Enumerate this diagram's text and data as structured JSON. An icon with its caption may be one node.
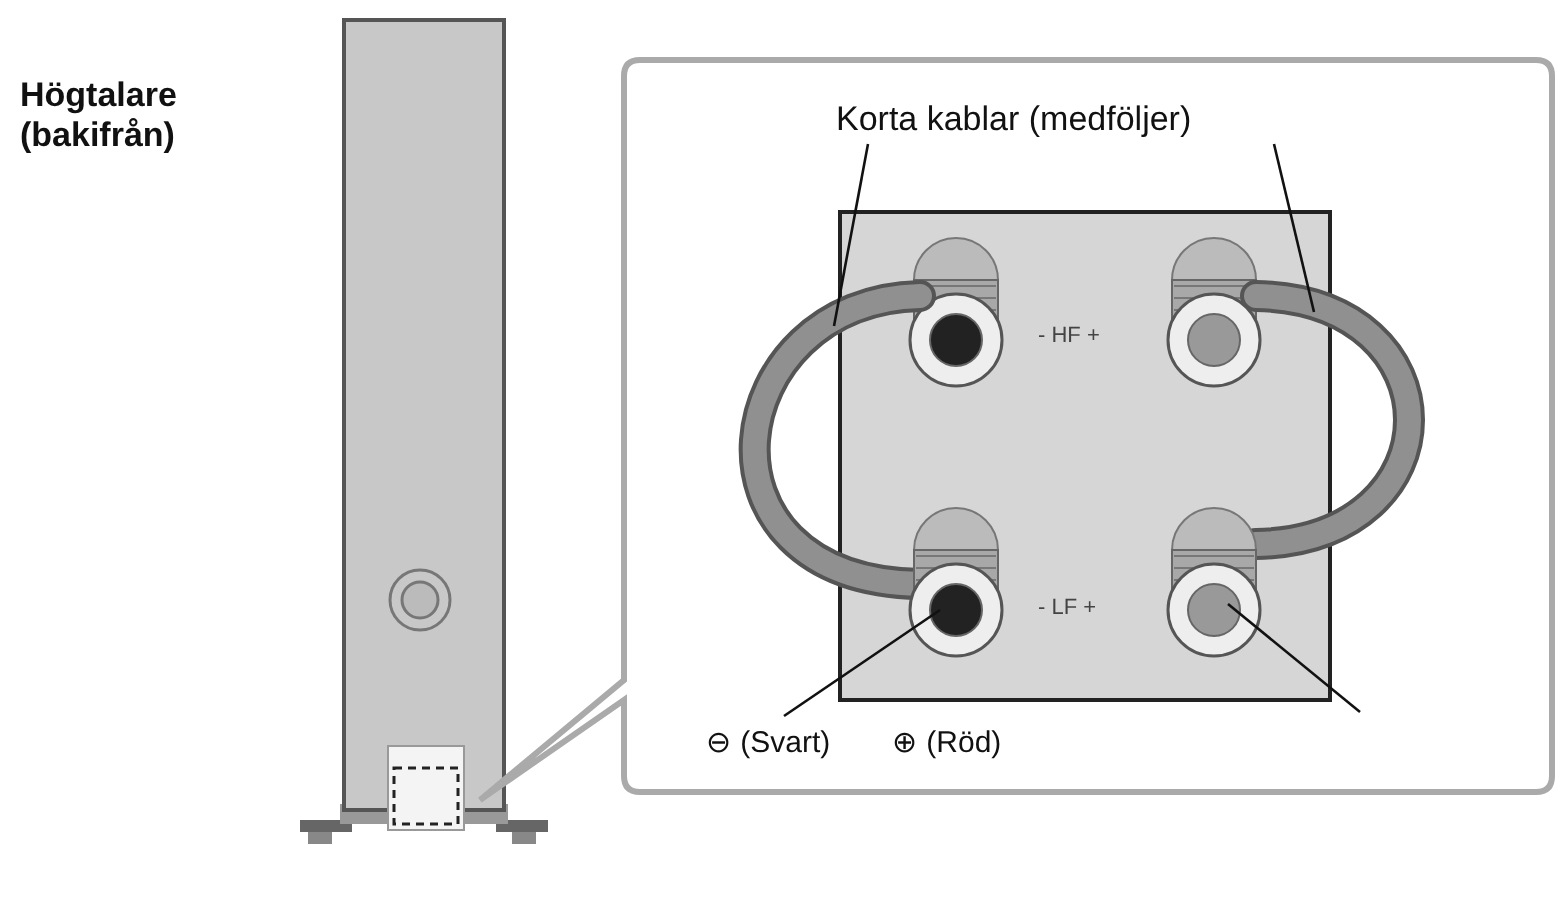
{
  "diagram": {
    "title": "Högtalare (bakifrån)",
    "nodes": [
      {
        "text": [
          "Korta kablar (medföljer)"
        ]
      },
      {
        "text": [],
        "shape": "cable"
      },
      {
        "text": [],
        "shape": "cable"
      },
      {
        "text": [
          "⊖ (Svart)"
        ]
      },
      {
        "text": [
          "⊕ (Röd)"
        ]
      },
      {
        "text": [],
        "shape": "terminal"
      },
      {
        "text": [],
        "shape": "terminal"
      }
    ],
    "edges": [
      {
        "from": 0,
        "to": 1,
        "arrow": "none"
      },
      {
        "from": 0,
        "to": 2,
        "arrow": "none"
      },
      {
        "from": 3,
        "to": 5,
        "arrow": "none"
      },
      {
        "from": null,
        "to": 6,
        "arrow": "none"
      }
    ],
    "labels": [
      "- HF +",
      "- LF +"
    ]
  }
}
